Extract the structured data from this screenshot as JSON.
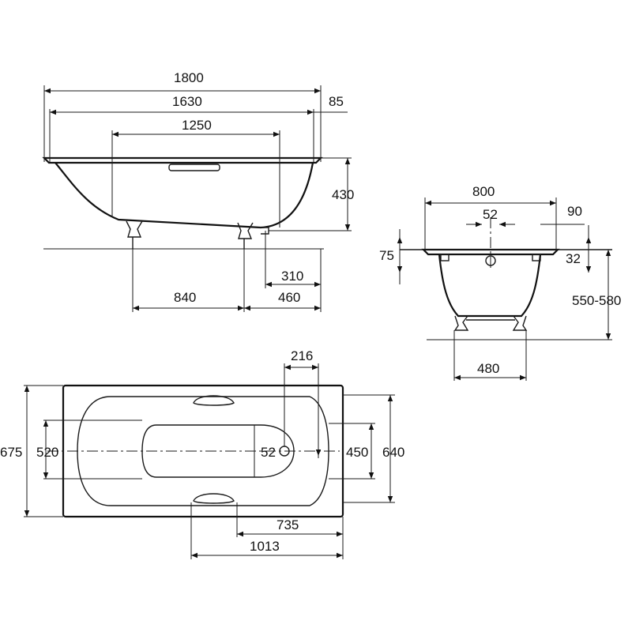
{
  "side_view": {
    "overall_length": "1800",
    "inner_length": "1630",
    "end_offset": "85",
    "bottom_length": "1250",
    "height": "430",
    "feet_spacing": "840",
    "drain_offset": "310",
    "foot_offset": "460"
  },
  "end_view": {
    "overall_width": "800",
    "drain_width": "52",
    "side_offset": "90",
    "rim_height": "75",
    "rim_offset": "32",
    "install_height": "550-580",
    "feet_width": "480"
  },
  "top_view": {
    "drain_distance": "216",
    "outer_width": "675",
    "inner_width": "520",
    "drain_diameter": "52",
    "bottom_width": "450",
    "overall_width": "640",
    "handle_distance": "735",
    "handle_to_end": "1013"
  }
}
